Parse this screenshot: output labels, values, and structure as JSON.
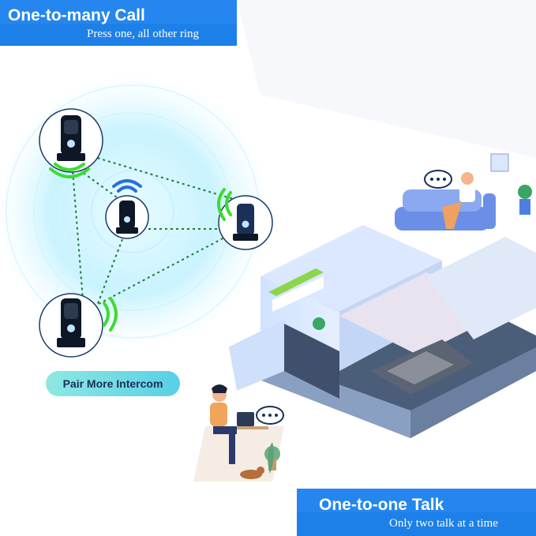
{
  "banners": {
    "top": {
      "title": "One-to-many Call",
      "subtitle": "Press one, all other ring"
    },
    "bottom": {
      "title": "One-to-one Talk",
      "subtitle": "Only two talk at a time"
    }
  },
  "pair_button": {
    "label": "Pair More Intercom"
  },
  "colors": {
    "banner_blue": "#1d7fe8",
    "banner_blue_dark": "#1668c9",
    "signal_green": "#3ddc2f",
    "signal_blue": "#2b6fd6",
    "link_line": "#1f7a38",
    "device_glow": "#c9f3ff",
    "button_gradient_start": "#8ee8e2",
    "button_gradient_end": "#58cfe6"
  },
  "icons": [
    "intercom-device-icon",
    "signal-waves-icon",
    "chat-bubble-icon",
    "person-icon",
    "sofa-icon",
    "plant-icon",
    "dog-icon"
  ]
}
